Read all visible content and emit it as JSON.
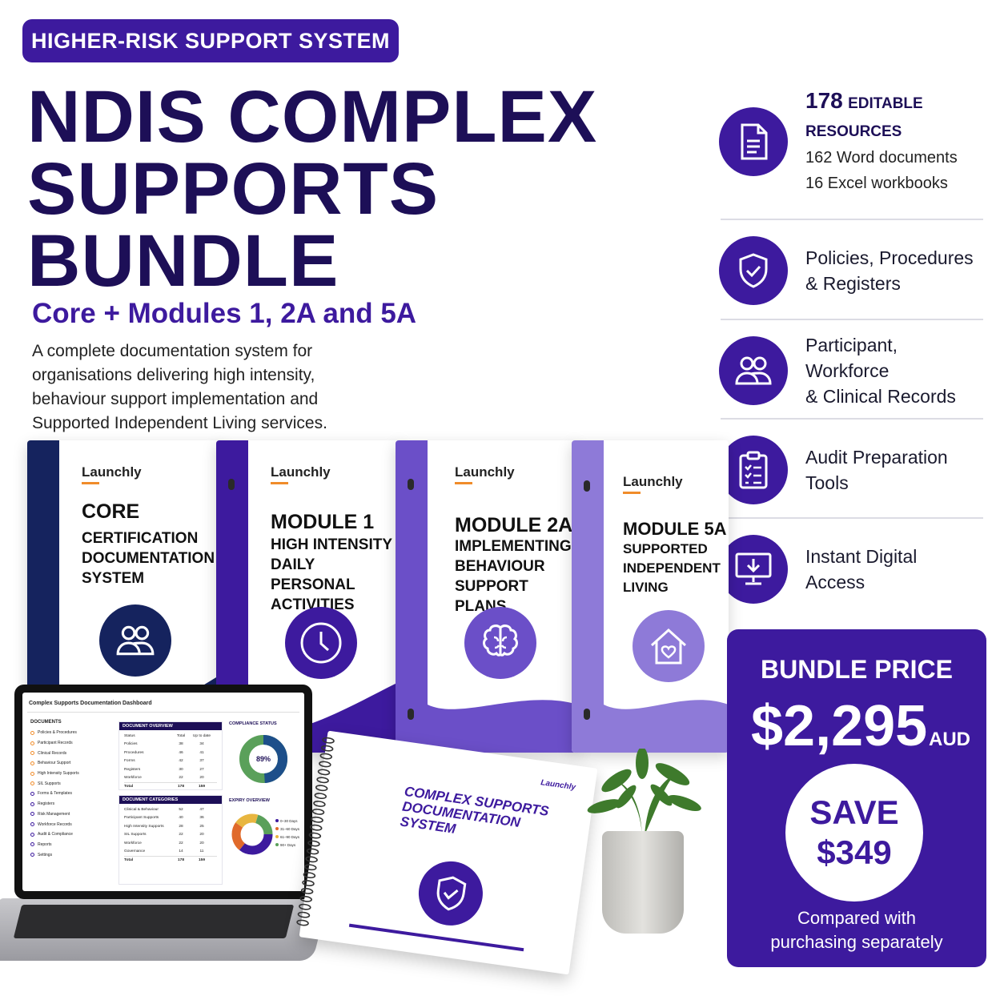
{
  "badge": "HIGHER-RISK SUPPORT SYSTEM",
  "title": [
    "NDIS COMPLEX",
    "SUPPORTS",
    "BUNDLE"
  ],
  "subtitle": "Core + Modules 1, 2A and 5A",
  "description": "A complete documentation system for organisations delivering high intensity, behaviour support implementation and Supported Independent Living services.",
  "features": {
    "resources": {
      "count": "178",
      "label": "EDITABLE RESOURCES",
      "line1": "162 Word documents",
      "line2": "16 Excel workbooks",
      "icon": "document-icon"
    },
    "policies": {
      "line1": "Policies, Procedures",
      "line2": "& Registers",
      "icon": "shield-check-icon"
    },
    "records": {
      "line1": "Participant, Workforce",
      "line2": "& Clinical Records",
      "icon": "people-icon"
    },
    "audit": {
      "line1": "Audit Preparation",
      "line2": "Tools",
      "icon": "clipboard-icon"
    },
    "access": {
      "line1": "Instant Digital",
      "line2": "Access",
      "icon": "monitor-download-icon"
    }
  },
  "binders": [
    {
      "brand": "Launchly",
      "title": "CORE",
      "lines": [
        "CERTIFICATION",
        "DOCUMENTATION",
        "SYSTEM"
      ],
      "icon": "people-icon",
      "color": "#15235e"
    },
    {
      "brand": "Launchly",
      "title": "MODULE 1",
      "lines": [
        "HIGH INTENSITY",
        "DAILY PERSONAL",
        "ACTIVITIES"
      ],
      "icon": "clock-icon",
      "color": "#3d1a9e"
    },
    {
      "brand": "Launchly",
      "title": "MODULE 2A",
      "lines": [
        "IMPLEMENTING",
        "BEHAVIOUR",
        "SUPPORT PLANS"
      ],
      "icon": "brain-icon",
      "color": "#6b4fc8"
    },
    {
      "brand": "Launchly",
      "title": "MODULE 5A",
      "lines": [
        "SUPPORTED",
        "INDEPENDENT",
        "LIVING"
      ],
      "icon": "house-heart-icon",
      "color": "#8e7ad8"
    }
  ],
  "notebook": {
    "brand": "Launchly",
    "title": "COMPLEX SUPPORTS DOCUMENTATION SYSTEM"
  },
  "dashboard": {
    "title": "Complex Supports Documentation Dashboard",
    "nav_header": "DOCUMENTS",
    "nav": [
      "Policies & Procedures",
      "Participant Records",
      "Clinical Records",
      "Behaviour Support",
      "High Intensity Supports",
      "SIL Supports",
      "Forms & Templates",
      "Registers",
      "Risk Management",
      "Workforce Records",
      "Audit & Compliance",
      "Reports",
      "Settings"
    ],
    "overview_title": "DOCUMENT OVERVIEW",
    "overview_cols": [
      "Status",
      "Total",
      "Up to date"
    ],
    "overview_rows": [
      [
        "Policies",
        "38",
        "34"
      ],
      [
        "Procedures",
        "46",
        "41"
      ],
      [
        "Forms",
        "42",
        "37"
      ],
      [
        "Registers",
        "30",
        "27"
      ],
      [
        "Workforce",
        "22",
        "20"
      ],
      [
        "Total",
        "178",
        "159"
      ]
    ],
    "compliance_title": "COMPLIANCE STATUS",
    "compliance_value": "89%",
    "compliance_fraction": 0.89,
    "categories_title": "DOCUMENT CATEGORIES",
    "categories_rows": [
      [
        "Clinical & Behaviour",
        "52",
        "47"
      ],
      [
        "Participant Supports",
        "40",
        "36"
      ],
      [
        "High Intensity Supports",
        "28",
        "25"
      ],
      [
        "SIL Supports",
        "22",
        "20"
      ],
      [
        "Workforce",
        "22",
        "20"
      ],
      [
        "Governance",
        "14",
        "11"
      ],
      [
        "Total",
        "178",
        "159"
      ]
    ],
    "expiry_title": "EXPIRY OVERVIEW",
    "expiry_legend": [
      "0–30 Days",
      "31–60 Days",
      "61–90 Days",
      "90+ Days"
    ]
  },
  "price": {
    "label": "BUNDLE PRICE",
    "amount": "$2,295",
    "currency": "AUD",
    "save_line1": "SAVE",
    "save_line2": "$349",
    "compare_line1": "Compared with",
    "compare_line2": "purchasing separately"
  },
  "colors": {
    "primary": "#3d1a9e",
    "navy": "#1d0f57",
    "accent": "#f08c2a"
  }
}
